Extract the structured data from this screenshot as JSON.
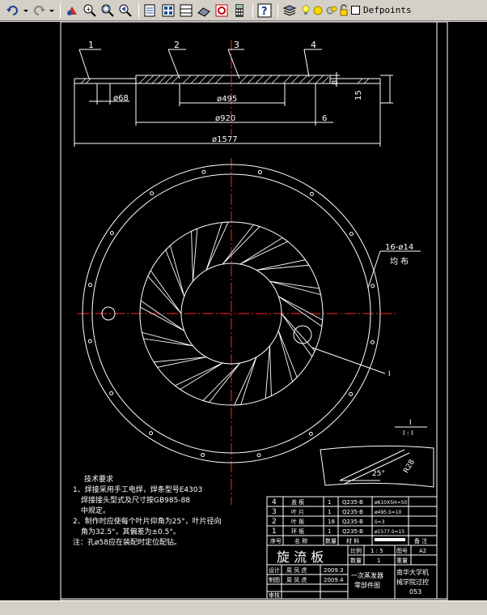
{
  "toolbar": {
    "layer_name": "Defpoints"
  },
  "drawing": {
    "part_labels": [
      "1",
      "2",
      "3",
      "4"
    ],
    "dims": {
      "d68": "ø68",
      "d495": "ø495",
      "d920": "ø920",
      "d1577": "ø1577",
      "t6": "6",
      "t15": "15",
      "t8": "8"
    },
    "holes": {
      "count_label": "16-ø14",
      "distribution": "均 布"
    },
    "section_mark": "I",
    "section_small": "I",
    "detail": {
      "angle": "25°",
      "r": "R28"
    },
    "tech": {
      "title": "技术要求",
      "lines": [
        "1、焊接采用手工电焊，焊条型号E4303",
        "焊接接头型式及尺寸按GB985-88",
        "中规定。",
        "2、制作时应使每个叶片仰角为25°，叶片径向",
        "角为32.5°，其偏差为±0.5°。",
        "注：孔ø58应在装配时定位配钻。"
      ]
    },
    "bom": {
      "rows": [
        {
          "no": "4",
          "name": "盖 板",
          "qty": "1",
          "material": "Q235-B",
          "remark": "ø610X5H=50"
        },
        {
          "no": "3",
          "name": "叶 片",
          "qty": "1",
          "material": "Q235-B",
          "remark": "ø495 δ=10"
        },
        {
          "no": "2",
          "name": "叶 板",
          "qty": "18",
          "material": "Q235-B",
          "remark": "δ=3"
        },
        {
          "no": "1",
          "name": "环 板",
          "qty": "1",
          "material": "Q235-B",
          "remark": "ø1577 δ=15"
        }
      ],
      "header": {
        "no": "序号",
        "name": "名 称",
        "qty": "数量",
        "material": "材 料",
        "remark": "备 注"
      }
    },
    "title_block": {
      "title": "旋 流 板",
      "scale_label": "比例",
      "scale": "1 : 5",
      "sheet_label": "图号",
      "sheet": "A2",
      "qty_label": "数量",
      "qty": "1",
      "weight_label": "重量",
      "design_label": "设计",
      "designer": "周 凤 虎",
      "design_date": "2009.3",
      "draw_label": "制图",
      "drawer": "周 凤 虎",
      "draw_date": "2009.4",
      "check_label": "审核",
      "drawing_name_1": "一次蒸发器",
      "drawing_name_2": "零部件图",
      "school_1": "南华大学机",
      "school_2": "械学院过控",
      "school_3": "053"
    }
  }
}
